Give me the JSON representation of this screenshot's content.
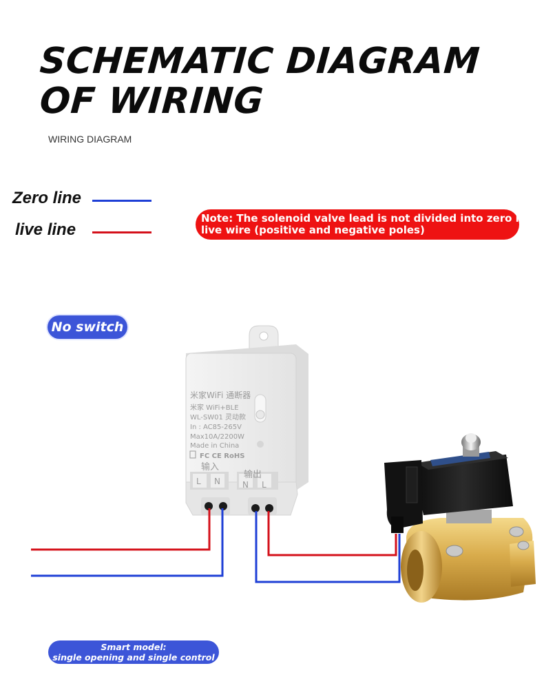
{
  "header": {
    "title_line1": "SCHEMATIC DIAGRAM",
    "title_line2": "OF WIRING",
    "subtitle": "WIRING DIAGRAM"
  },
  "legend": {
    "zero_line": {
      "label": "Zero line",
      "color": "#1e3fd6"
    },
    "live_line": {
      "label": "live line",
      "color": "#d4101a"
    }
  },
  "note": {
    "line1": "Note: The solenoid valve lead is not divided into zero line",
    "line2": "live wire (positive and negative poles)",
    "color": "#ee1212"
  },
  "badge_no_switch": "No switch",
  "module": {
    "line1": "米家WiFi 通断器",
    "line2": "米家 WiFi+BLE",
    "line3": "WL-SW01 灵动款",
    "line4": "In : AC85-265V",
    "line5": "Max10A/2200W",
    "line6": "Made in China",
    "certs": "FC CE RoHS",
    "input_label": "输入",
    "output_label": "输出",
    "term_in_l": "L",
    "term_in_n": "N",
    "term_out_n": "N",
    "term_out_l": "L"
  },
  "footer_badge": {
    "line1": "Smart model:",
    "line2": "single opening and single control"
  }
}
